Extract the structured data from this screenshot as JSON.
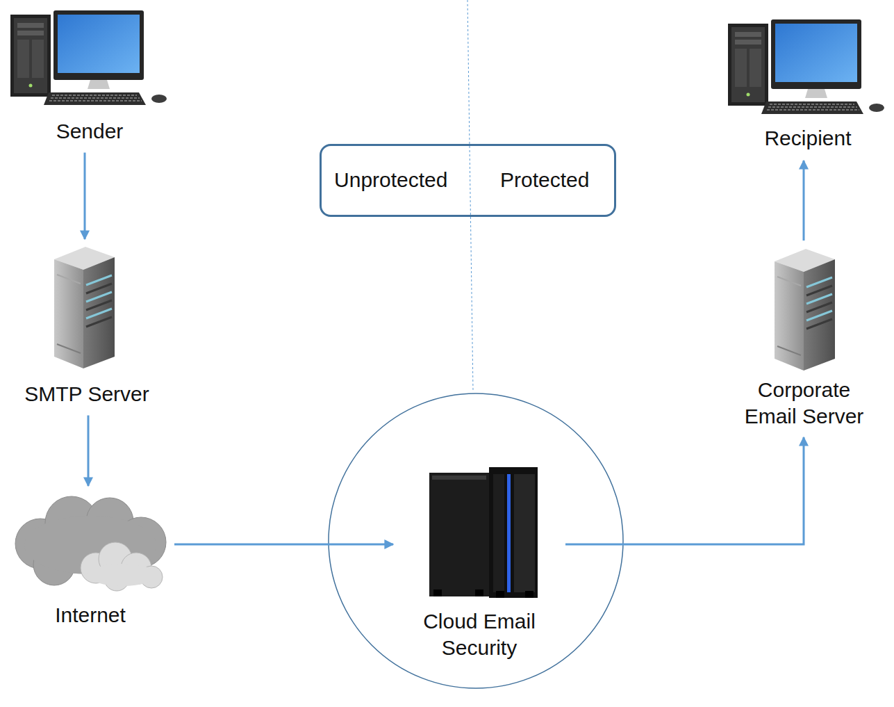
{
  "diagram": {
    "nodes": [
      {
        "text": [
          "Sender"
        ]
      },
      {
        "text": [
          "Unprotected",
          "Protected"
        ]
      },
      {
        "text": [
          "Recipient"
        ]
      },
      {
        "text": [
          "SMTP Server"
        ]
      },
      {
        "text": [
          "Corporate Email Server"
        ]
      },
      {
        "text": [
          "Internet"
        ]
      },
      {
        "text": [
          "Cloud Email Security"
        ]
      }
    ],
    "edges": [
      {
        "from": 0,
        "to": 3,
        "arrow": "to"
      },
      {
        "from": 3,
        "to": 5,
        "arrow": "to"
      },
      {
        "from": 5,
        "to": 6,
        "arrow": "to"
      },
      {
        "from": 6,
        "to": 4,
        "arrow": "to"
      },
      {
        "from": 4,
        "to": 2,
        "arrow": "to"
      }
    ]
  }
}
